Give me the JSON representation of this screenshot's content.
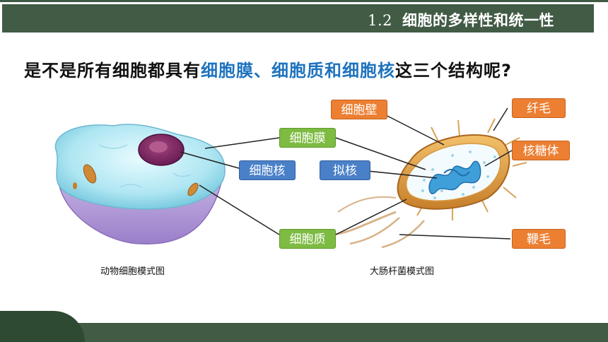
{
  "header": {
    "section_number": "1.2",
    "section_title": "细胞的多样性和统一性"
  },
  "question": {
    "part1": "是不是所有细胞都具有",
    "highlight": "细胞膜、细胞质和细胞核",
    "part2": "这三个结构呢",
    "mark": "?"
  },
  "animal_cell": {
    "caption": "动物细胞模式图",
    "labels": {
      "membrane": "细胞膜",
      "nucleus": "细胞核",
      "cytoplasm": "细胞质"
    }
  },
  "ecoli": {
    "caption": "大肠杆菌模式图",
    "labels": {
      "cell_wall": "细胞壁",
      "nucleoid": "拟核",
      "pili": "纤毛",
      "ribosome": "核糖体",
      "flagellum": "鞭毛"
    }
  },
  "colors": {
    "header_bg": "#415b45",
    "highlight_text": "#1e73be",
    "label_green": "#7dbb42",
    "label_blue": "#4a80c8",
    "label_orange": "#ec7f32"
  }
}
